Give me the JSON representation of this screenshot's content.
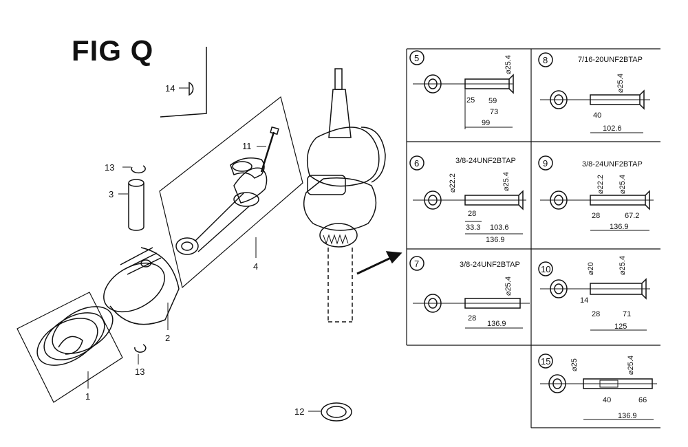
{
  "figure": {
    "title": "FIG Q"
  },
  "parts": {
    "p1": "1",
    "p2": "2",
    "p3": "3",
    "p4": "4",
    "p11": "11",
    "p12": "12",
    "p13a": "13",
    "p13b": "13",
    "p14": "14"
  },
  "panels": {
    "p5": {
      "num": "5",
      "dims": [
        "25",
        "59",
        "73",
        "99"
      ],
      "dia": "⌀25.4"
    },
    "p6": {
      "num": "6",
      "thread": "3/8-24UNF2BTAP",
      "dims": [
        "28",
        "33.3",
        "103.6",
        "136.9"
      ],
      "dia_small": "⌀22.2",
      "dia": "⌀25.4"
    },
    "p7": {
      "num": "7",
      "thread": "3/8-24UNF2BTAP",
      "dims": [
        "28",
        "136.9"
      ],
      "dia": "⌀25.4"
    },
    "p8": {
      "num": "8",
      "thread": "7/16-20UNF2BTAP",
      "dims": [
        "40",
        "102.6"
      ],
      "dia": "⌀25.4"
    },
    "p9": {
      "num": "9",
      "thread": "3/8-24UNF2BTAP",
      "dims": [
        "28",
        "67.2",
        "136.9"
      ],
      "dia_small": "⌀22.2",
      "dia": "⌀25.4"
    },
    "p10": {
      "num": "10",
      "dims": [
        "14",
        "28",
        "71",
        "125"
      ],
      "dia_small": "⌀20",
      "dia": "⌀25.4"
    },
    "p15": {
      "num": "15",
      "dims": [
        "40",
        "66",
        "136.9"
      ],
      "dia_small": "⌀25",
      "dia": "⌀25.4"
    }
  }
}
